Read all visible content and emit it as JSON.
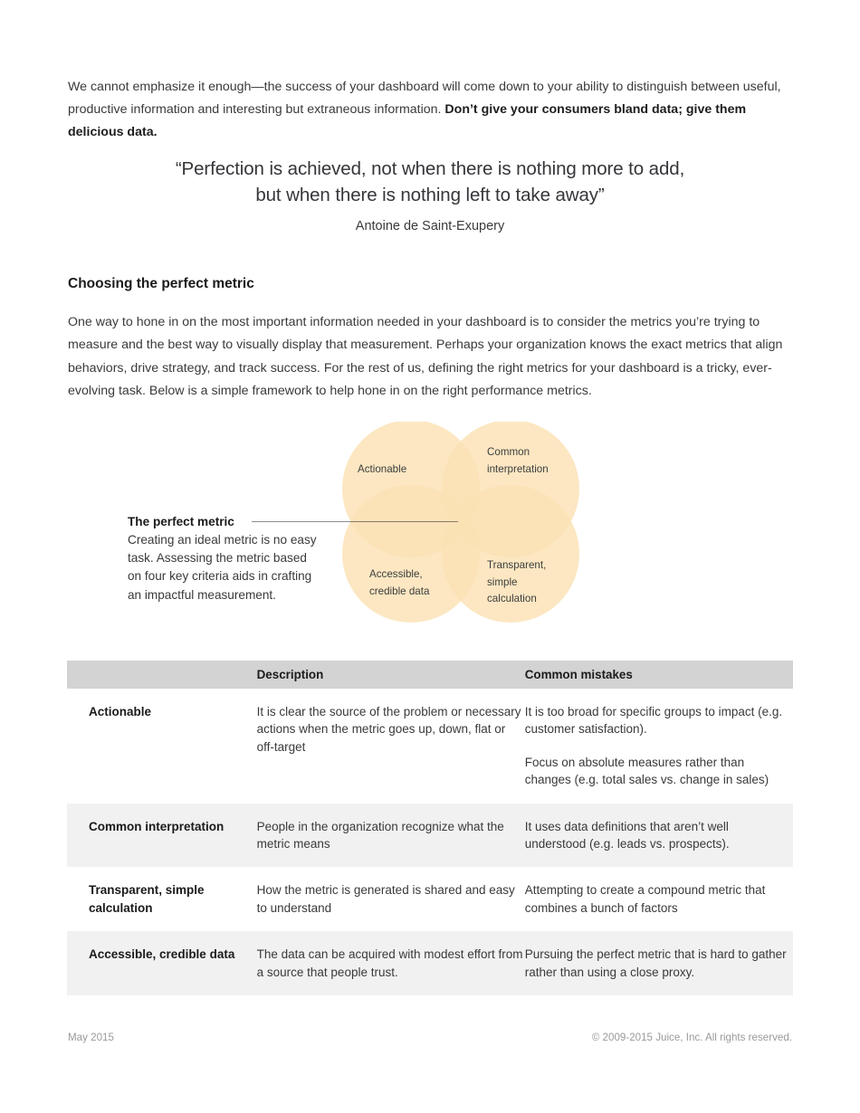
{
  "intro": {
    "text_before_bold": "We cannot emphasize it enough—the success of your dashboard will come down to your ability to distinguish between useful, productive information and interesting but extraneous information. ",
    "bold_text": "Don’t give your consumers bland data; give them delicious data."
  },
  "quote": {
    "line1": "“Perfection is achieved, not when there is nothing more to add,",
    "line2": "but when there is nothing left to take away”",
    "author": "Antoine de Saint-Exupery"
  },
  "section": {
    "heading": "Choosing the perfect metric",
    "paragraph": "One way to hone in on the most important information needed in your dashboard is to consider the metrics you’re trying to measure and the best way to visually display that measurement. Perhaps your organization knows the exact metrics that align behaviors, drive strategy, and track success. For the rest of us, defining the right metrics for your dashboard is a tricky, ever-evolving task. Below is a simple framework to help hone in on the right performance metrics."
  },
  "venn": {
    "circle_fill": "#fbe0ae",
    "circles": [
      {
        "id": "actionable",
        "label": "Actionable",
        "position": "top-left"
      },
      {
        "id": "common-interpretation",
        "label": "Common\ninterpretation",
        "position": "top-right"
      },
      {
        "id": "accessible-credible-data",
        "label": "Accessible,\ncredible data",
        "position": "bottom-left"
      },
      {
        "id": "transparent-simple-calculation",
        "label": "Transparent,\nsimple\ncalculation",
        "position": "bottom-right"
      }
    ]
  },
  "callout": {
    "title": "The perfect metric",
    "body": "Creating an ideal metric is no easy task. Assessing the metric based on four key criteria aids in crafting an impactful measurement."
  },
  "table": {
    "header": {
      "term": "",
      "description": "Description",
      "common_mistakes": "Common mistakes"
    },
    "header_bg": "#d3d3d3",
    "shaded_row_bg": "#f1f1f1",
    "rows": [
      {
        "term": "Actionable",
        "description": [
          "It is clear the source of the problem or necessary actions when the metric goes up, down, flat or off-target"
        ],
        "common_mistakes": [
          "It is too broad for specific groups to impact (e.g. customer satisfaction).",
          "Focus on absolute measures rather than changes (e.g. total sales vs. change in sales)"
        ],
        "shaded": false
      },
      {
        "term": "Common interpretation",
        "description": [
          "People in the organization recognize what the metric means"
        ],
        "common_mistakes": [
          "It uses data definitions that aren’t well understood (e.g. leads vs. prospects)."
        ],
        "shaded": true
      },
      {
        "term": "Transparent, simple calculation",
        "description": [
          "How the metric is generated is shared and easy to understand"
        ],
        "common_mistakes": [
          "Attempting to create a compound metric that combines a bunch of factors"
        ],
        "shaded": false
      },
      {
        "term": "Accessible, credible data",
        "description": [
          "The data can be acquired with modest effort from a source that people trust."
        ],
        "common_mistakes": [
          "Pursuing the perfect metric that is hard to gather rather than using a close proxy."
        ],
        "shaded": true
      }
    ]
  },
  "footer": {
    "date": "May 2015",
    "copyright": "© 2009-2015 Juice, Inc. All rights reserved."
  }
}
